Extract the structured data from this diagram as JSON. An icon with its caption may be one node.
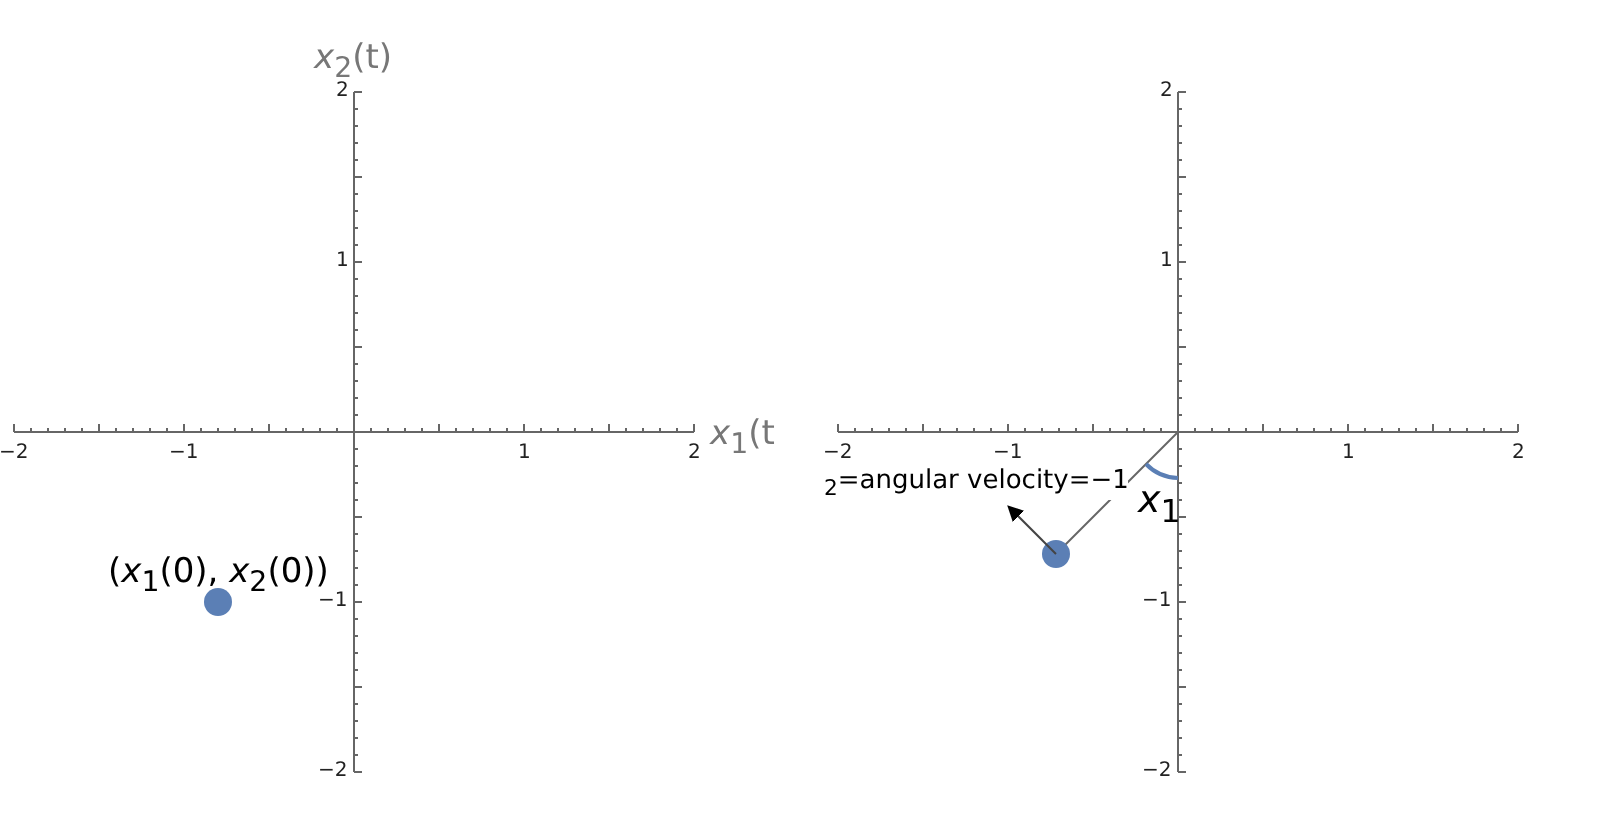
{
  "diagram": {
    "labels": [
      "*x*$_{2}$(t)",
      "2",
      "2",
      "1",
      "1",
      "−2",
      "−1",
      "1",
      "2",
      "*x*$_{1}$(t",
      "−2",
      "−1",
      "1",
      "2",
      "$_{2}$=angular velocity=−1",
      "*x*$_{1}$",
      "(*x*$_{1}$(0), *x*$_{2}$(0))",
      "−1",
      "−1",
      "−2",
      "−2"
    ]
  }
}
